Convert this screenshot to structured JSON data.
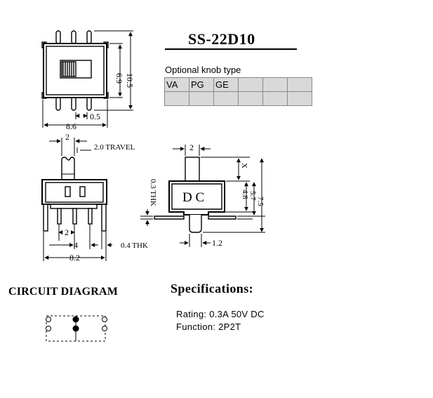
{
  "title": "SS-22D10",
  "knob": {
    "caption": "Optional knob type",
    "headers": [
      "VA",
      "PG",
      "GE",
      "",
      "",
      ""
    ]
  },
  "dims": {
    "top_width": "8.6",
    "top_height_inner": "6.9",
    "top_height_outer": "10.5",
    "pin_offset": "0.5",
    "knob_width": "2",
    "travel": "2.0 TRAVEL",
    "pin_pitch": "2",
    "pin_span": "4",
    "pin_thk": "0.4 THK",
    "front_width": "8.2",
    "side_knob_width": "2",
    "side_x": "X",
    "side_thk": "0.3 THK",
    "side_h1": "4.8",
    "side_h2": "5.7",
    "side_h3": "7.5",
    "side_leg": "1.2",
    "dc_label": "D C"
  },
  "circuit": {
    "title": "CIRCUIT DIAGRAM"
  },
  "specs": {
    "title": "Specifications:",
    "rating": "Rating: 0.3A 50V DC",
    "function": "Function: 2P2T"
  }
}
